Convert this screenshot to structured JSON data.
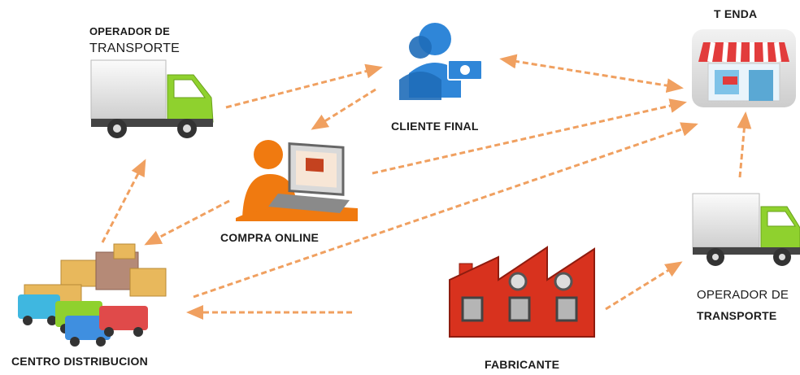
{
  "labels": {
    "transport_top_line1": "OPERADOR DE",
    "transport_top_line2": "TRANSPORTE",
    "store": "T ENDA",
    "customer": "CLIENTE FINAL",
    "online": "COMPRA ONLINE",
    "distribution": "CENTRO DISTRIBUCION",
    "manufacturer": "FABRICANTE",
    "transport_right_line1": "OPERADOR DE",
    "transport_right_line2": "TRANSPORTE"
  },
  "colors": {
    "arrow": "#f0a060",
    "truck_green": "#8fd12e",
    "customer_blue": "#2f86d8",
    "factory_red": "#d8321e",
    "store_awning": "#e23c3c",
    "person_orange": "#f07a10"
  },
  "icons": [
    "truck-icon",
    "customer-icon",
    "store-icon",
    "online-shopping-icon",
    "warehouse-icon",
    "factory-icon"
  ]
}
